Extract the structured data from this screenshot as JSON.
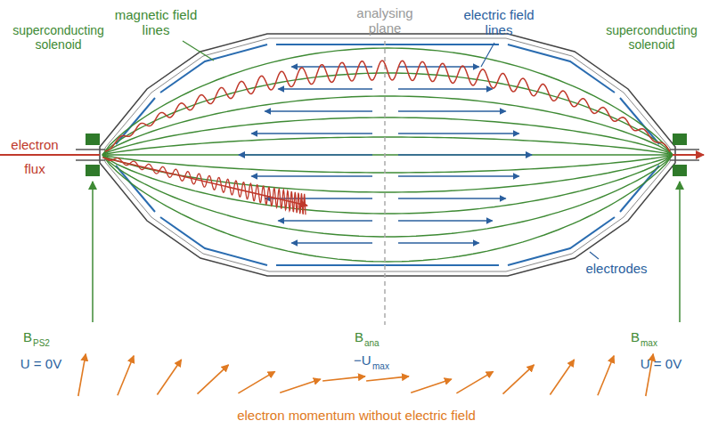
{
  "diagram": {
    "labels": [
      "magnetic field lines",
      "analysing plane",
      "electric field lines",
      "superconducting solenoid",
      "superconducting solenoid",
      "electron flux",
      "electrodes",
      "B",
      "PS2",
      "U = 0V",
      "B",
      "ana",
      "−U",
      "max",
      "B",
      "max",
      "U = 0V",
      "electron momentum without electric field"
    ]
  }
}
